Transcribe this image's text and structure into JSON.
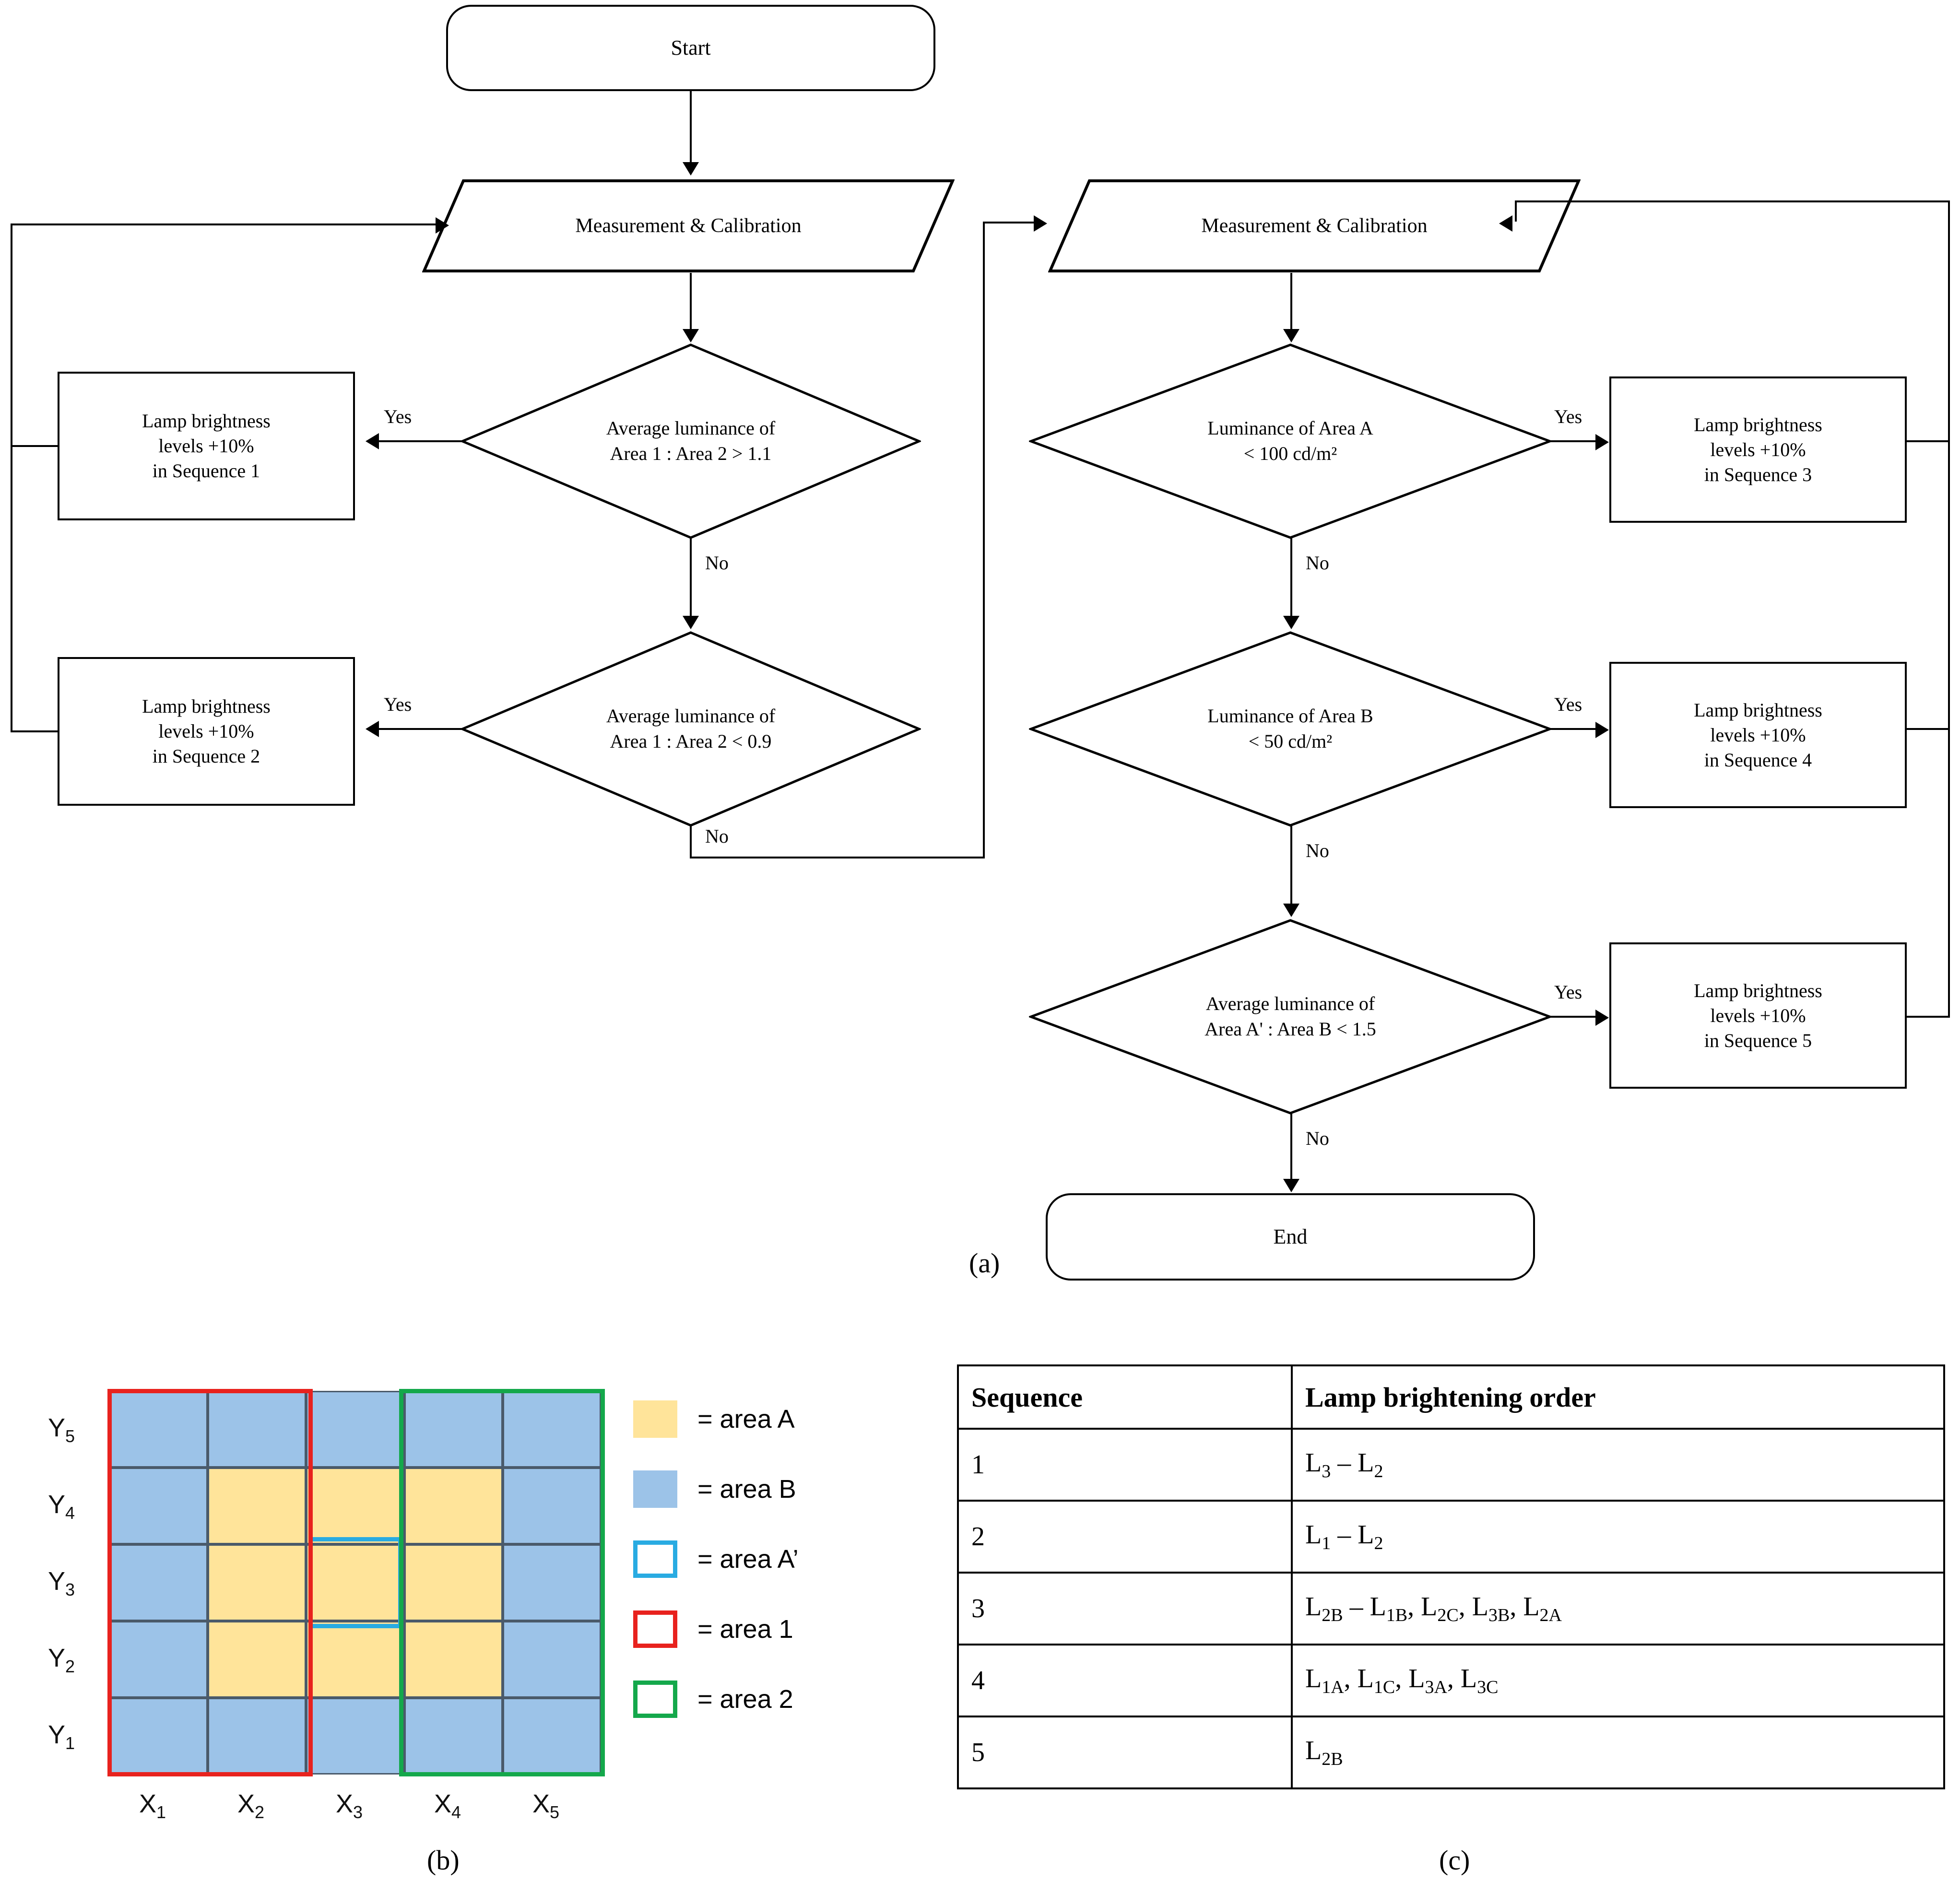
{
  "figure": {
    "captions": {
      "a": "(a)",
      "b": "(b)",
      "c": "(c)"
    }
  },
  "flowchart": {
    "start": "Start",
    "end": "End",
    "measurement_left": "Measurement & Calibration",
    "measurement_right": "Measurement & Calibration",
    "edge_labels": {
      "yes": "Yes",
      "no": "No"
    },
    "left_branch": {
      "decisions": [
        "Average luminance of\nArea 1 : Area 2 > 1.1",
        "Average luminance of\nArea 1 : Area 2 < 0.9"
      ],
      "actions": [
        "Lamp brightness\nlevels +10%\nin Sequence 1",
        "Lamp brightness\nlevels +10%\nin Sequence 2"
      ]
    },
    "right_branch": {
      "decisions": [
        "Luminance of Area A\n< 100 cd/m²",
        "Luminance of Area B\n< 50 cd/m²",
        "Average luminance of\nArea A' : Area B < 1.5"
      ],
      "actions": [
        "Lamp brightness\nlevels +10%\nin Sequence 3",
        "Lamp brightness\nlevels +10%\nin Sequence 4",
        "Lamp brightness\nlevels +10%\nin Sequence 5"
      ]
    }
  },
  "grid": {
    "x_labels": [
      "X1",
      "X2",
      "X3",
      "X4",
      "X5"
    ],
    "y_labels": [
      "Y1",
      "Y2",
      "Y3",
      "Y4",
      "Y5"
    ],
    "colors": {
      "area_a": "#FFE49A",
      "area_b": "#9CC3E8",
      "area_a_prime_border": "#29ABE2",
      "area_1_border": "#E8221E",
      "area_2_border": "#14A84B",
      "cell_border": "#4a5a6a"
    },
    "cells": [
      [
        "B",
        "B",
        "B",
        "B",
        "B"
      ],
      [
        "B",
        "A",
        "A",
        "A",
        "B"
      ],
      [
        "B",
        "A",
        "A",
        "A",
        "B"
      ],
      [
        "B",
        "A",
        "A",
        "A",
        "B"
      ],
      [
        "B",
        "B",
        "B",
        "B",
        "B"
      ]
    ],
    "area_a_prime_cell": {
      "x": "X3",
      "y": "Y3"
    },
    "area_1_columns": [
      "X1",
      "X2"
    ],
    "area_2_columns": [
      "X4",
      "X5"
    ]
  },
  "legend": {
    "items": [
      {
        "swatch": "fill",
        "color": "#FFE49A",
        "label": "= area A"
      },
      {
        "swatch": "fill",
        "color": "#9CC3E8",
        "label": "= area B"
      },
      {
        "swatch": "border",
        "color": "#29ABE2",
        "label": "= area A’"
      },
      {
        "swatch": "border",
        "color": "#E8221E",
        "label": "= area 1"
      },
      {
        "swatch": "border",
        "color": "#14A84B",
        "label": "= area 2"
      }
    ]
  },
  "table": {
    "headers": [
      "Sequence",
      "Lamp brightening order"
    ],
    "rows": [
      {
        "sequence": "1",
        "order": "L3 – L2"
      },
      {
        "sequence": "2",
        "order": "L1 – L2"
      },
      {
        "sequence": "3",
        "order": "L2B – L1B, L2C, L3B, L2A"
      },
      {
        "sequence": "4",
        "order": "L1A, L1C, L3A, L3C"
      },
      {
        "sequence": "5",
        "order": "L2B"
      }
    ],
    "rows_html": [
      {
        "sequence": "1",
        "order": "L<sub>3</sub> – L<sub>2</sub>"
      },
      {
        "sequence": "2",
        "order": "L<sub>1</sub> – L<sub>2</sub>"
      },
      {
        "sequence": "3",
        "order": "L<sub>2B</sub> – L<sub>1B</sub>, L<sub>2C</sub>, L<sub>3B</sub>, L<sub>2A</sub>"
      },
      {
        "sequence": "4",
        "order": "L<sub>1A</sub>, L<sub>1C</sub>, L<sub>3A</sub>, L<sub>3C</sub>"
      },
      {
        "sequence": "5",
        "order": "L<sub>2B</sub>"
      }
    ]
  }
}
